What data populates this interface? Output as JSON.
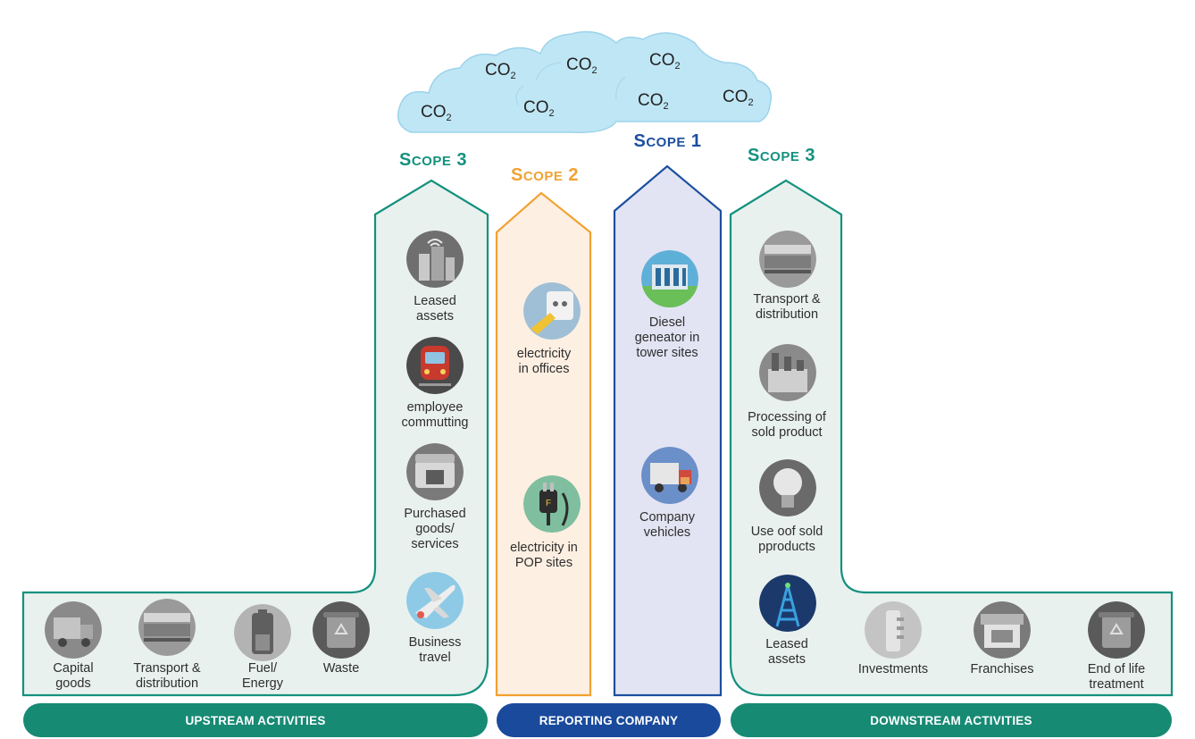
{
  "clouds": {
    "co2_labels": [
      "CO2",
      "CO2",
      "CO2",
      "CO2",
      "CO2",
      "CO2",
      "CO2"
    ],
    "co2_base": "CO",
    "co2_sub": "2"
  },
  "scopes": {
    "upstream_scope": {
      "prefix": "S",
      "word": "cope",
      "num": "3"
    },
    "scope2": {
      "prefix": "S",
      "word": "cope",
      "num": "2"
    },
    "scope1": {
      "prefix": "S",
      "word": "cope",
      "num": "1"
    },
    "downstream_scope": {
      "prefix": "S",
      "word": "cope",
      "num": "3"
    }
  },
  "upstream_vertical": [
    {
      "label": "Leased\nassets",
      "icon": "leased-assets-icon"
    },
    {
      "label": "employee\ncommutting",
      "icon": "train-icon"
    },
    {
      "label": "Purchased\ngoods/\nservices",
      "icon": "purchased-goods-icon"
    },
    {
      "label": "Business\ntravel",
      "icon": "airplane-icon"
    }
  ],
  "upstream_horizontal": [
    {
      "label": "Capital\ngoods",
      "icon": "truck-icon"
    },
    {
      "label": "Transport &\ndistribution",
      "icon": "train-transport-icon"
    },
    {
      "label": "Fuel/\nEnergy",
      "icon": "battery-icon"
    },
    {
      "label": "Waste",
      "icon": "recycle-bin-icon"
    }
  ],
  "scope2_items": [
    {
      "label": "electricity\nin offices",
      "icon": "power-socket-icon"
    },
    {
      "label": "electricity in\nPOP sites",
      "icon": "power-plug-icon"
    }
  ],
  "scope1_items": [
    {
      "label": "Diesel\ngeneator in\ntower sites",
      "icon": "generator-icon"
    },
    {
      "label": "Company\nvehicles",
      "icon": "company-truck-icon"
    }
  ],
  "downstream_vertical": [
    {
      "label": "Transport &\ndistribution",
      "icon": "train-transport-icon"
    },
    {
      "label": "Processing of\nsold product",
      "icon": "factory-icon"
    },
    {
      "label": "Use oof sold\npproducts",
      "icon": "lightbulb-icon"
    },
    {
      "label": "Leased\nassets",
      "icon": "cell-tower-icon"
    }
  ],
  "downstream_horizontal": [
    {
      "label": "Investments",
      "icon": "investments-icon"
    },
    {
      "label": "Franchises",
      "icon": "storefront-icon"
    },
    {
      "label": "End of life\ntreatment",
      "icon": "recycle-bin-icon"
    }
  ],
  "bottom_bars": {
    "upstream": "UPSTREAM ACTIVITIES",
    "reporting": "REPORTING COMPANY",
    "downstream": "DOWNSTREAM ACTIVITIES"
  },
  "colors": {
    "teal": "#14917e",
    "teal_fill": "#e9f1ee",
    "orange": "#f1a232",
    "orange_fill": "#fdefe2",
    "blue": "#1c4fa0",
    "blue_fill": "#e3e4f3",
    "cloud": "#bfe6f5",
    "bar_teal": "#178a74",
    "bar_blue": "#1a4a9c"
  }
}
